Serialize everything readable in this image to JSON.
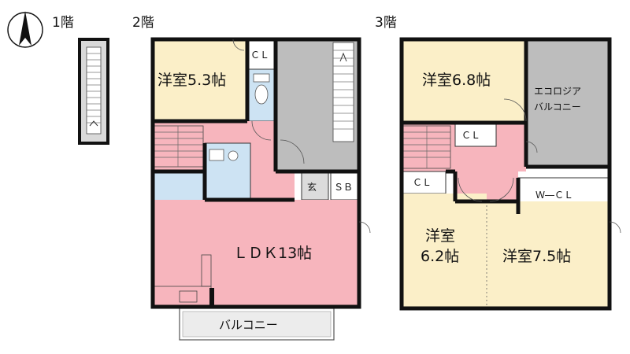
{
  "floors": {
    "f1": "1階",
    "f2": "2階",
    "f3": "3階"
  },
  "rooms": {
    "f2_western": "洋室5.3帖",
    "f2_closet": "ＣＬ",
    "f2_ldk": "ＬＤＫ13帖",
    "f2_entrance": "玄",
    "f2_shoebox": "ＳＢ",
    "f2_balcony": "バルコニー",
    "f3_western_68": "洋室6.8帖",
    "f3_eco_line1": "エコロジア",
    "f3_eco_line2": "バルコニー",
    "f3_closet_top": "ＣＬ",
    "f3_closet_left": "ＣＬ",
    "f3_wcl": "Ｗ―ＣＬ",
    "f3_western_62_line1": "洋室",
    "f3_western_62_line2": "6.2帖",
    "f3_western_75": "洋室7.5帖"
  },
  "colors": {
    "room_beige": "#fbefc8",
    "ldk_pink": "#f7b5bd",
    "wet_blue": "#cde3f3",
    "balcony_gray": "#bdbdbd",
    "wall": "#111111"
  },
  "icons": {
    "compass": "north-arrow-icon",
    "stairs": "staircase-icon"
  }
}
